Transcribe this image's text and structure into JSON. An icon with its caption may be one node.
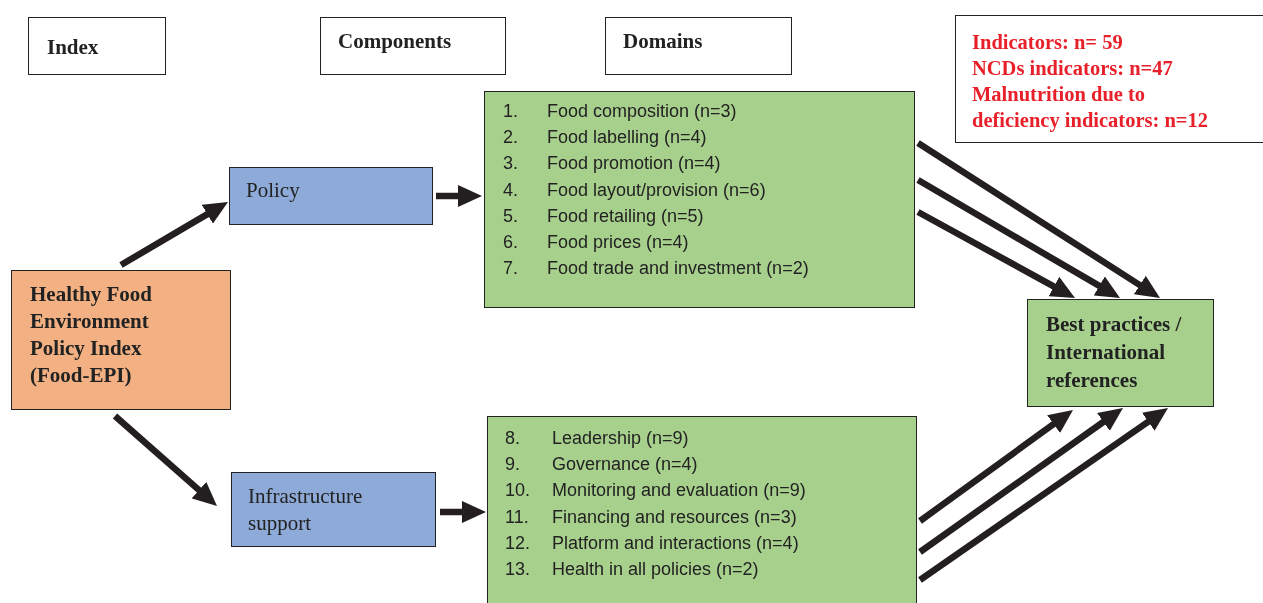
{
  "diagram": {
    "nodes": [
      {
        "text": [
          "Index"
        ]
      },
      {
        "text": [
          "Components"
        ]
      },
      {
        "text": [
          "Domains"
        ]
      },
      {
        "text": [
          "Indicators: n= 59",
          "NCDs indicators: n=47",
          "Malnutrition due to deficiency indicators: n=12"
        ]
      },
      {
        "text": [
          "Healthy Food Environment Policy Index (Food-EPI)"
        ]
      },
      {
        "text": [
          "Policy"
        ]
      },
      {
        "text": [
          "1.",
          "Food composition (n=3)",
          "2.",
          "Food labelling (n=4)",
          "3.",
          "Food promotion (n=4)",
          "4.",
          "Food layout/provision (n=6)",
          "5.",
          "Food retailing (n=5)",
          "6.",
          "Food prices (n=4)",
          "7.",
          "Food trade and investment (n=2)"
        ]
      },
      {
        "text": [
          "Infrastructure support"
        ]
      },
      {
        "text": [
          "8.",
          "Leadership (n=9)",
          "9.",
          "Governance (n=4)",
          "10.",
          "Monitoring and evaluation (n=9)",
          "11.",
          "Financing and resources (n=3)",
          "12.",
          "Platform and interactions (n=4)",
          "13.",
          "Health in all policies (n=2)"
        ]
      },
      {
        "text": [
          "Best practices / International references"
        ]
      }
    ],
    "edges": [
      {
        "from": 4,
        "to": 5,
        "arrow": "to"
      },
      {
        "from": 4,
        "to": 7,
        "arrow": "to"
      },
      {
        "from": 5,
        "to": 6,
        "arrow": "to"
      },
      {
        "from": 7,
        "to": 8,
        "arrow": "to"
      },
      {
        "from": 6,
        "to": 9,
        "arrow": "to"
      },
      {
        "from": 6,
        "to": 9,
        "arrow": "to"
      },
      {
        "from": 6,
        "to": 9,
        "arrow": "to"
      },
      {
        "from": 8,
        "to": 9,
        "arrow": "to"
      },
      {
        "from": 8,
        "to": 9,
        "arrow": "to"
      },
      {
        "from": 8,
        "to": 9,
        "arrow": "to"
      }
    ]
  }
}
